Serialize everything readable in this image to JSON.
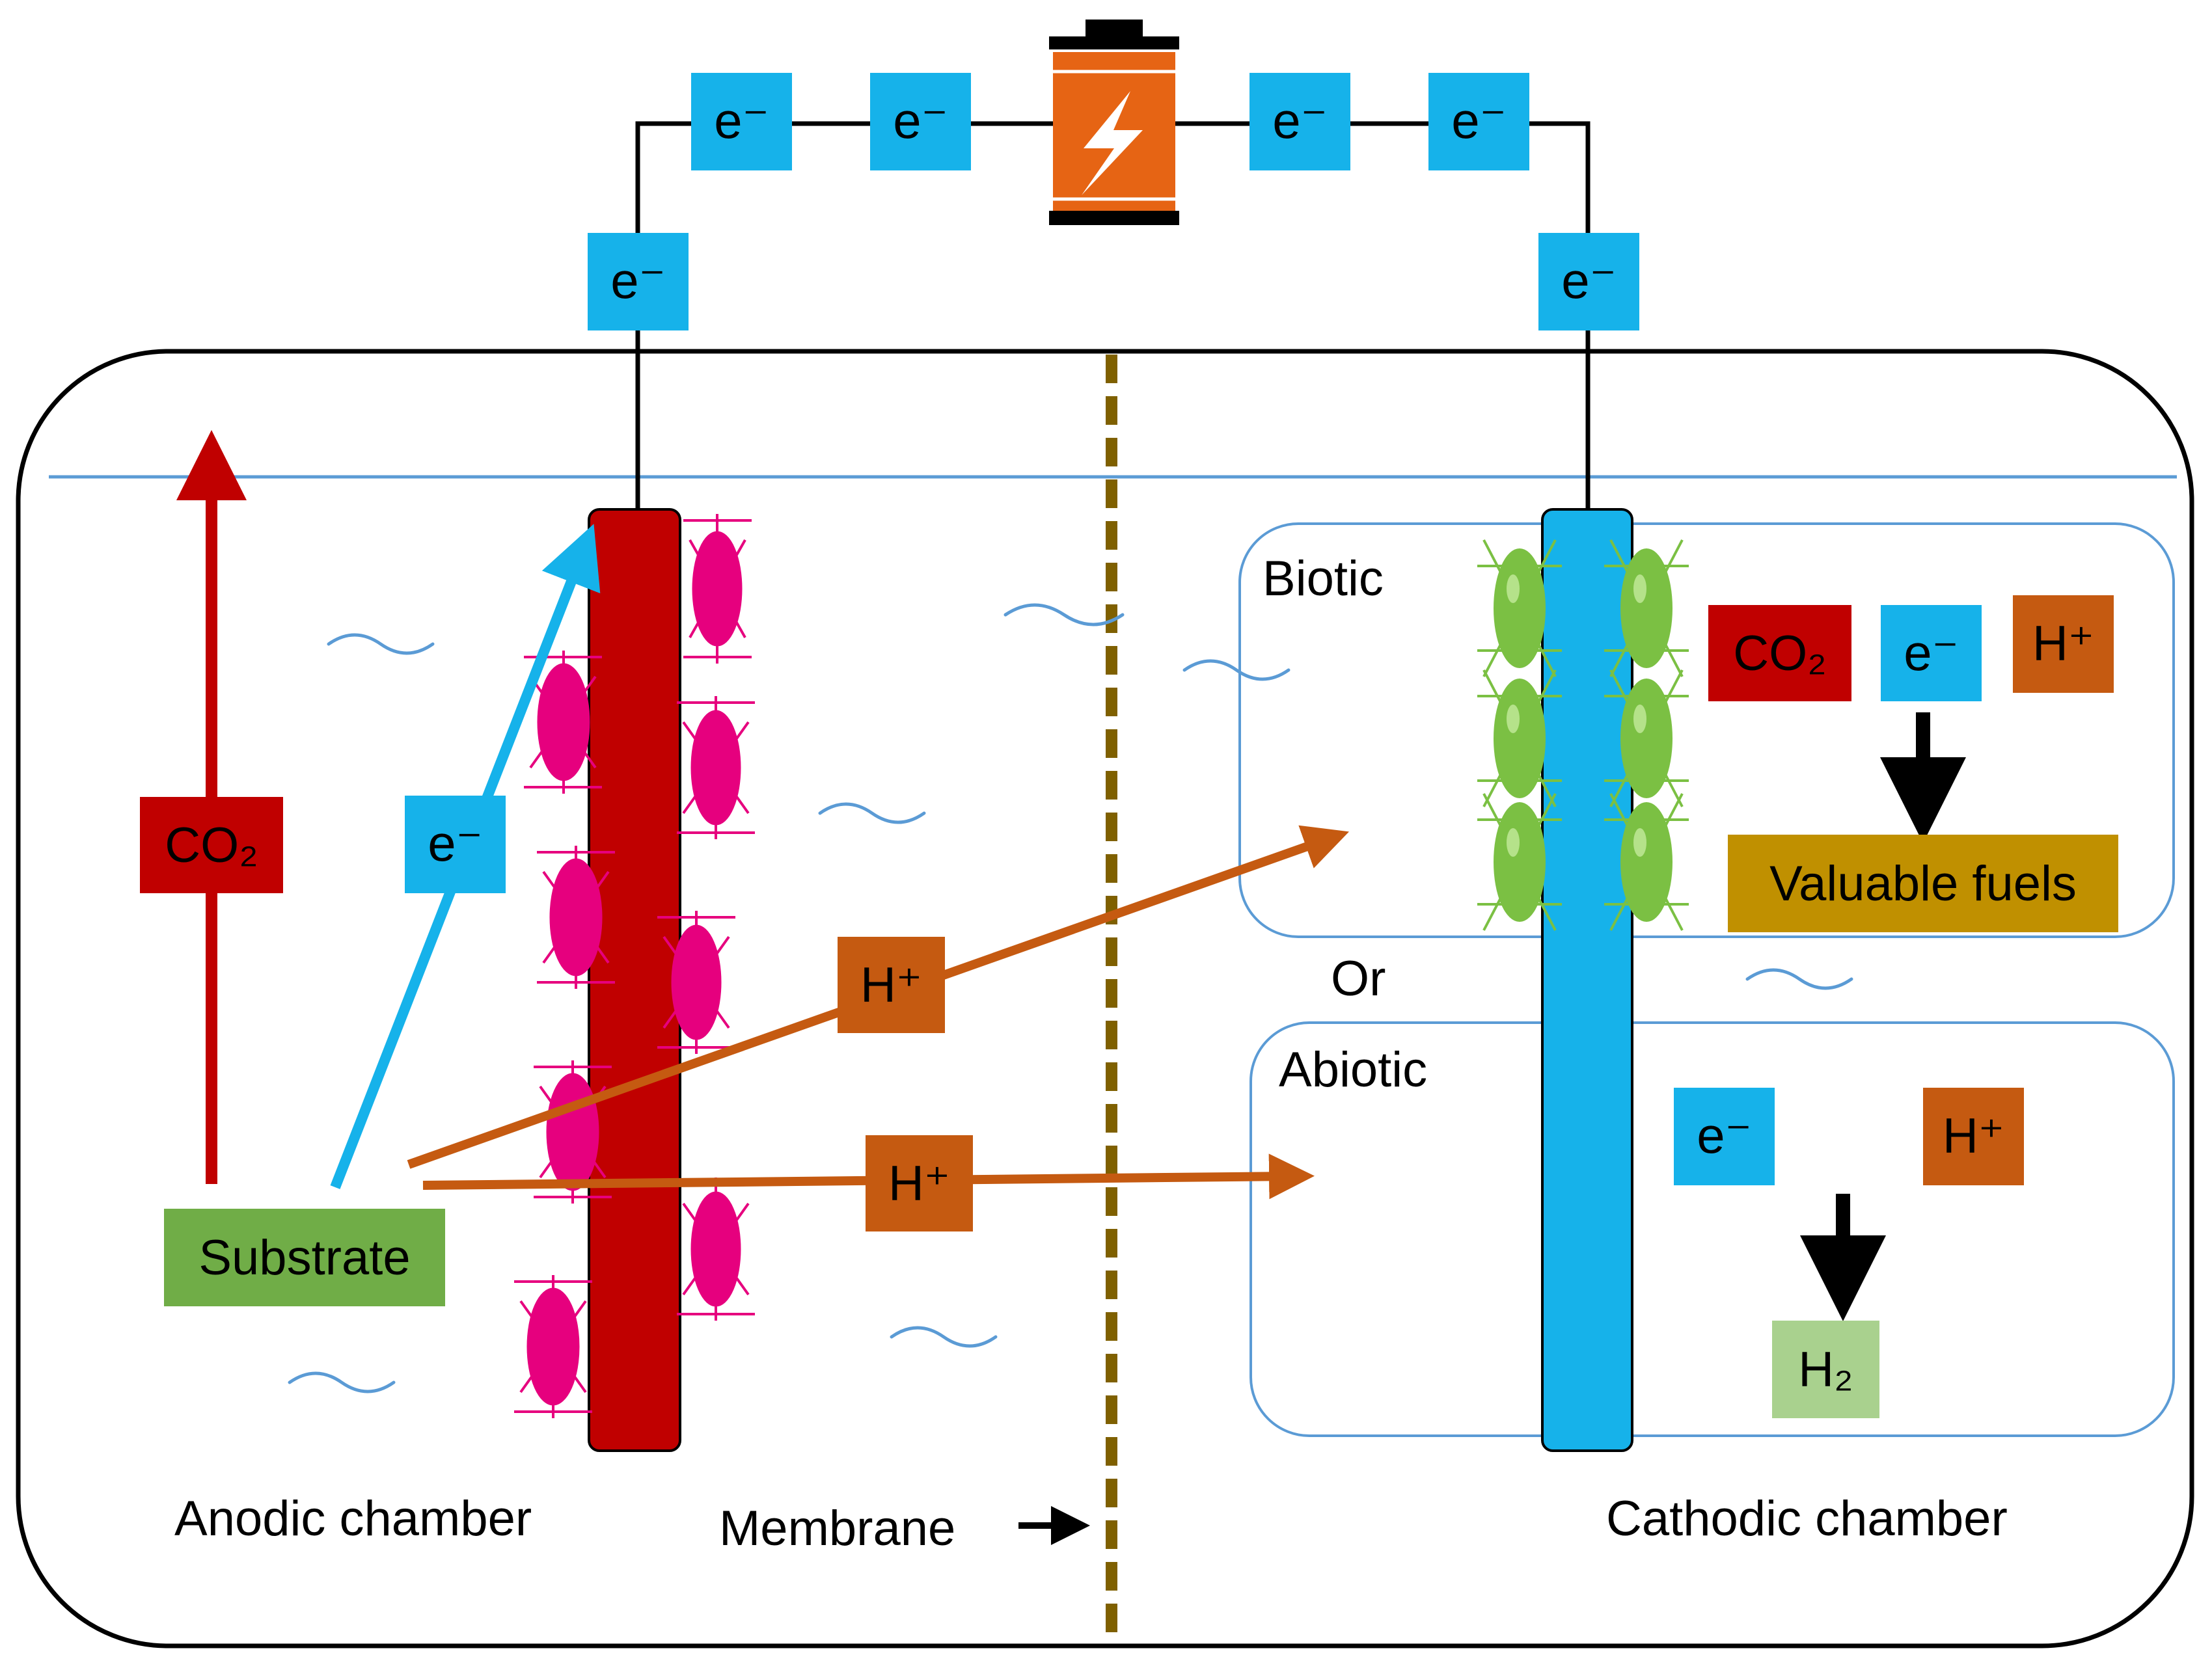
{
  "colors": {
    "electron": "#16b2ea",
    "co2": "#c00000",
    "proton": "#c55a11",
    "substrate": "#70ad47",
    "fuels": "#c09000",
    "h2": "#a9d18e",
    "anode": "#c00000",
    "cathode": "#16b2ea",
    "membrane": "#7f6000",
    "water_line": "#5b9bd5",
    "anode_bacteria": "#e6007e",
    "cathode_bacteria": "#7bc043"
  },
  "circuit": {
    "battery_icon": "battery-bolt-icon",
    "electron_labels": [
      "e⁻",
      "e⁻",
      "e⁻",
      "e⁻",
      "e⁻",
      "e⁻"
    ]
  },
  "anode": {
    "chamber_label": "Anodic chamber",
    "co2_label": "CO₂",
    "electron_label": "e⁻",
    "proton_label_upper": "H⁺",
    "proton_label_lower": "H⁺",
    "substrate_label": "Substrate"
  },
  "membrane": {
    "label": "Membrane"
  },
  "cathode": {
    "chamber_label": "Cathodic chamber",
    "or_label": "Or",
    "biotic": {
      "title": "Biotic",
      "co2_label": "CO₂",
      "electron_label": "e⁻",
      "proton_label": "H⁺",
      "product_label": "Valuable fuels"
    },
    "abiotic": {
      "title": "Abiotic",
      "electron_label": "e⁻",
      "proton_label": "H⁺",
      "product_label": "H₂"
    }
  }
}
